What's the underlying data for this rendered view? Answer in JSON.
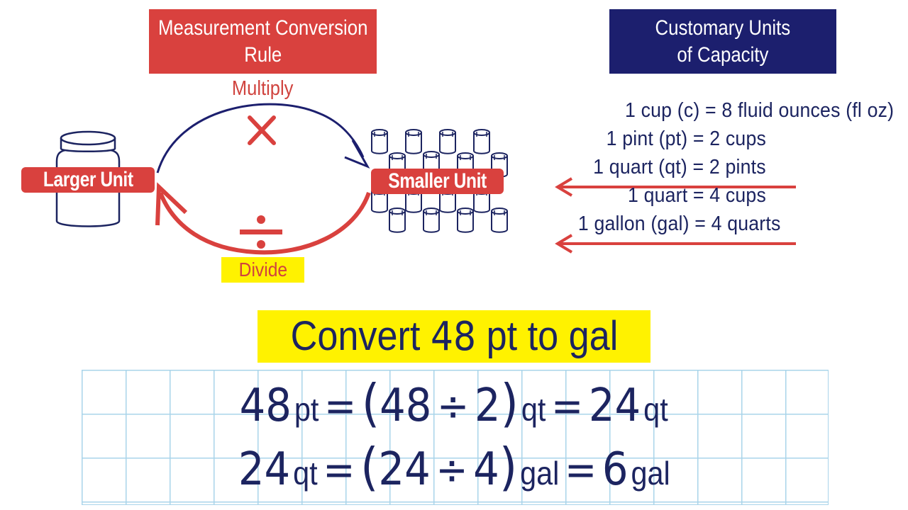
{
  "titles": {
    "rule": [
      "Measurement Conversion",
      "Rule"
    ],
    "capacity": [
      "Customary Units",
      "of Capacity"
    ]
  },
  "diagram": {
    "larger_unit": "Larger Unit",
    "smaller_unit": "Smaller Unit",
    "multiply": "Multiply",
    "divide": "Divide",
    "multiply_symbol": "×",
    "divide_symbol": "÷"
  },
  "facts": [
    "1 cup (c) = 8 fluid ounces (fl oz)",
    "1 pint (pt) = 2 cups",
    "1 quart (qt) = 2 pints",
    "1 quart = 4 cups",
    "1 gallon (gal) = 4 quarts"
  ],
  "problem": {
    "prefix": "Convert",
    "number": "48",
    "suffix": "pt to gal"
  },
  "equations": {
    "line1": {
      "a": "48",
      "a_unit": "pt",
      "eq": "=",
      "open": "(",
      "b": "48",
      "op": "÷",
      "c": "2",
      "close": ")",
      "b_unit": "qt",
      "eq2": "=",
      "result": "24",
      "result_unit": "qt"
    },
    "line2": {
      "a": "24",
      "a_unit": "qt",
      "eq": "=",
      "open": "(",
      "b": "24",
      "op": "÷",
      "c": "4",
      "close": ")",
      "b_unit": "gal",
      "eq2": "=",
      "result": "6",
      "result_unit": "gal"
    }
  },
  "colors": {
    "red": "#d9413e",
    "navy": "#1c1f6e",
    "text_navy": "#1c2460",
    "yellow": "#fff200",
    "grid_blue": "#a9d4ea"
  }
}
